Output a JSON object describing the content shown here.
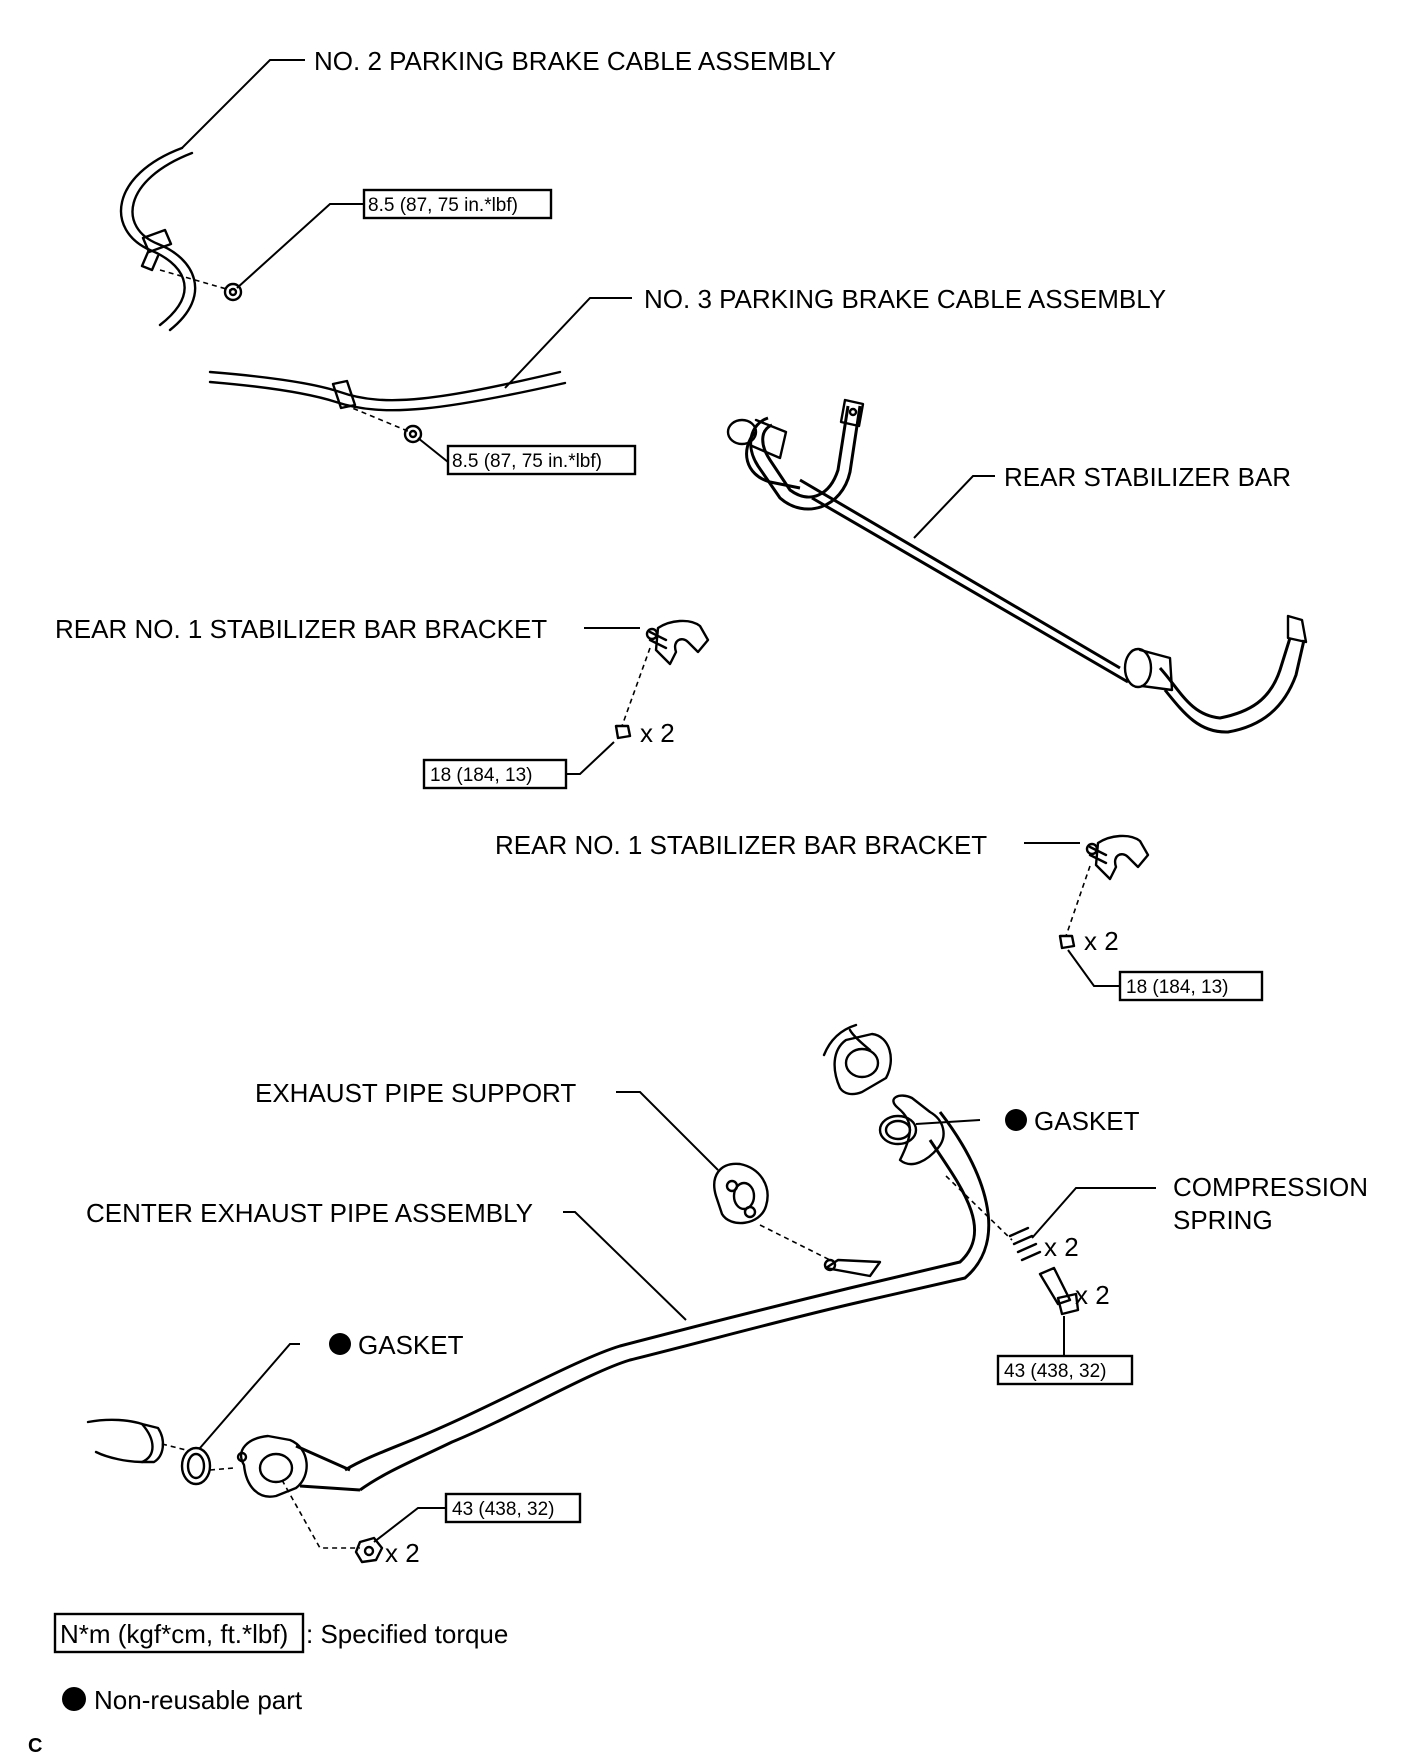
{
  "labels": {
    "no2_cable": "NO. 2 PARKING BRAKE CABLE ASSEMBLY",
    "no3_cable": "NO. 3 PARKING BRAKE CABLE ASSEMBLY",
    "stabilizer_bar": "REAR STABILIZER BAR",
    "bracket_1": "REAR NO. 1 STABILIZER BAR BRACKET",
    "bracket_2": "REAR NO. 1 STABILIZER BAR BRACKET",
    "exhaust_support": "EXHAUST PIPE SUPPORT",
    "gasket_upper": "GASKET",
    "compression_spring_line1": "COMPRESSION",
    "compression_spring_line2": "SPRING",
    "center_exhaust": "CENTER EXHAUST PIPE ASSEMBLY",
    "gasket_lower": "GASKET"
  },
  "torques": {
    "no2_cable": "8.5 (87, 75 in.*lbf)",
    "no3_cable": "8.5 (87, 75 in.*lbf)",
    "bracket_1": "18 (184, 13)",
    "bracket_2": "18 (184, 13)",
    "exhaust_bolt": "43 (438, 32)",
    "exhaust_front": "43 (438, 32)"
  },
  "quantities": {
    "bracket_1": "x 2",
    "bracket_2": "x 2",
    "spring": "x 2",
    "bolt": "x 2",
    "front_nut": "x 2"
  },
  "legend": {
    "torque_box": "N*m (kgf*cm, ft.*lbf)",
    "torque_text": ": Specified torque",
    "nonreusable_text": "Non-reusable part"
  },
  "corner_mark": "C"
}
